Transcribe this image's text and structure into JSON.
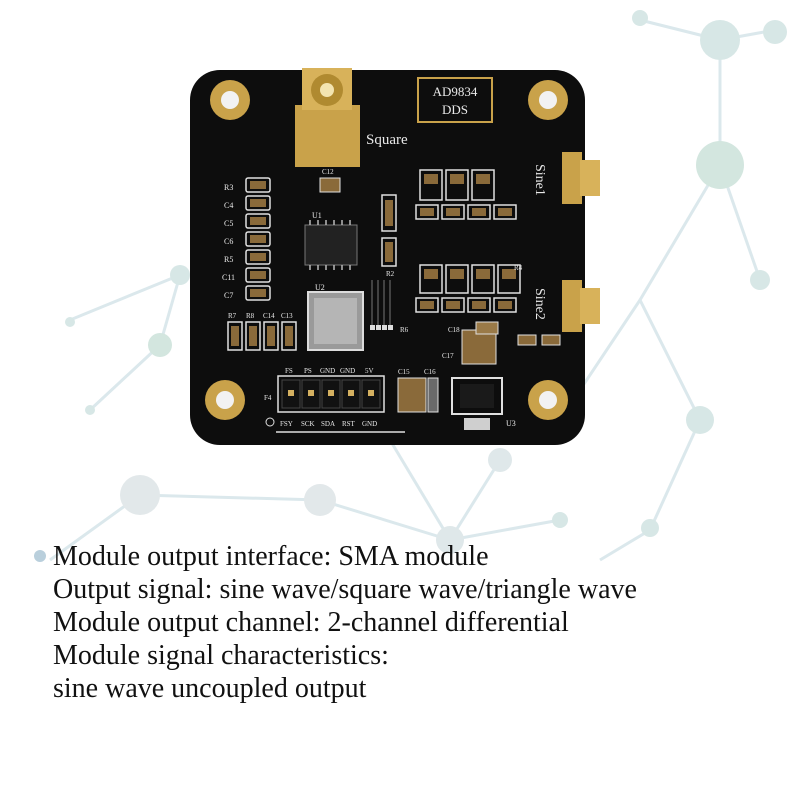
{
  "image": {
    "subject": "ad9834-dds-signal-generator-module",
    "background_color": "#ffffff",
    "network_color": "#d8e6ea",
    "pcb_color": "#0d0d0d",
    "gold_color": "#c9a24a"
  },
  "board": {
    "logo_line1": "AD9834",
    "logo_line2": "DDS",
    "label_square": "Square",
    "label_sine1": "Sine1",
    "label_sine2": "Sine2",
    "ref_c12": "C12",
    "ref_u1": "U1",
    "ref_u2": "U2",
    "ref_u3": "U3",
    "ref_r3": "R3",
    "ref_c4": "C4",
    "ref_c5": "C5",
    "ref_c6": "C6",
    "ref_r5": "R5",
    "ref_c11": "C11",
    "ref_c7": "C7",
    "ref_r7": "R7",
    "ref_r8": "R8",
    "ref_c14": "C14",
    "ref_c13": "C13",
    "ref_r6": "R6",
    "ref_r2": "R2",
    "ref_r4": "R4",
    "ref_c15": "C15",
    "ref_c16": "C16",
    "ref_c17": "C17",
    "ref_c18": "C18",
    "ref_f4": "F4",
    "header_top": [
      "FS",
      "PS",
      "GND",
      "GND",
      "5V"
    ],
    "header_bottom": [
      "FSY",
      "SCK",
      "SDA",
      "RST",
      "GND"
    ]
  },
  "description": {
    "line1": "Module output interface: SMA module",
    "line2": "Output signal: sine wave/square wave/triangle wave",
    "line3": "Module output channel: 2-channel differential",
    "line4": "Module signal characteristics:",
    "line5": "sine wave uncoupled output"
  }
}
